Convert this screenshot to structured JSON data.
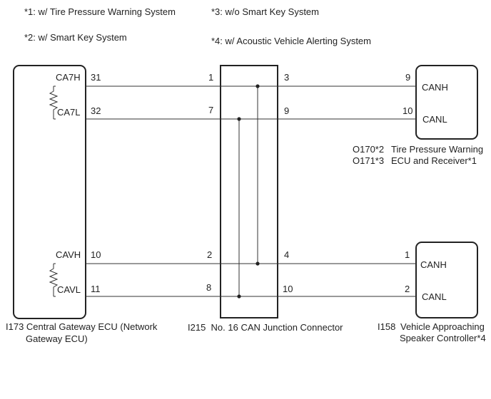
{
  "notes": {
    "n1": "*1: w/ Tire Pressure Warning System",
    "n2": "*2: w/ Smart Key System",
    "n3": "*3: w/o Smart Key System",
    "n4": "*4: w/ Acoustic Vehicle Alerting System"
  },
  "gateway_ecu": {
    "caption_line1": "I173 Central Gateway ECU (Network",
    "caption_line2": "Gateway ECU)",
    "signals": {
      "ca7h": "CA7H",
      "ca7l": "CA7L",
      "cavh": "CAVH",
      "cavl": "CAVL"
    },
    "pins": {
      "ca7h": "31",
      "ca7l": "32",
      "cavh": "10",
      "cavl": "11"
    }
  },
  "junction": {
    "caption": "I215  No. 16 CAN Junction Connector",
    "pins_left": {
      "p1": "1",
      "p7": "7",
      "p2": "2",
      "p8": "8"
    },
    "pins_right": {
      "p3": "3",
      "p9": "9",
      "p4": "4",
      "p10": "10"
    }
  },
  "tpms_ecu": {
    "code_line1": "O170*2",
    "code_line2": "O171*3",
    "name_line1": "Tire Pressure Warning",
    "name_line2": "ECU and Receiver*1",
    "signals": {
      "canh": "CANH",
      "canl": "CANL"
    },
    "pins": {
      "canh": "9",
      "canl": "10"
    }
  },
  "speaker_controller": {
    "code": "I158",
    "name_line1": "Vehicle Approaching",
    "name_line2": "Speaker Controller*4",
    "signals": {
      "canh": "CANH",
      "canl": "CANL"
    },
    "pins": {
      "canh": "1",
      "canl": "2"
    }
  }
}
